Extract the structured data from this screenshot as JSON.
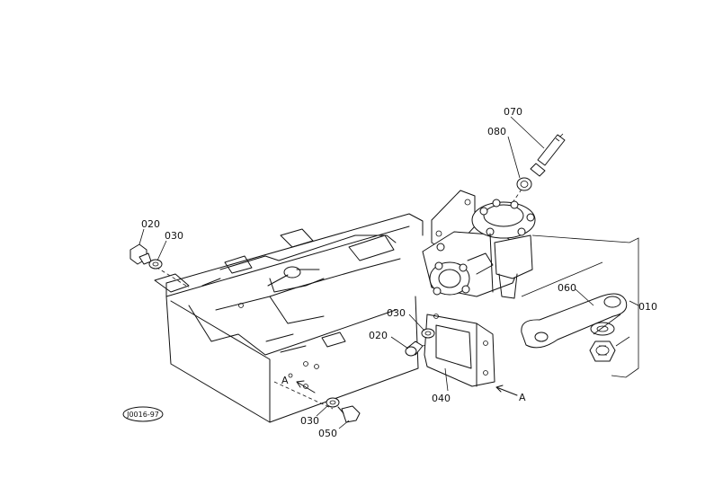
{
  "drawing_code": "J0016-97",
  "callouts": [
    {
      "id": "c-020-left",
      "label": "020"
    },
    {
      "id": "c-030-left",
      "label": "030"
    },
    {
      "id": "c-070",
      "label": "070"
    },
    {
      "id": "c-080",
      "label": "080"
    },
    {
      "id": "c-060",
      "label": "060"
    },
    {
      "id": "c-010",
      "label": "010"
    },
    {
      "id": "c-030-mid",
      "label": "030"
    },
    {
      "id": "c-020-mid",
      "label": "020"
    },
    {
      "id": "c-040",
      "label": "040"
    },
    {
      "id": "c-030-bottom",
      "label": "030"
    },
    {
      "id": "c-050",
      "label": "050"
    }
  ],
  "view_markers": [
    {
      "id": "view-a-left",
      "label": "A"
    },
    {
      "id": "view-a-right",
      "label": "A"
    }
  ]
}
